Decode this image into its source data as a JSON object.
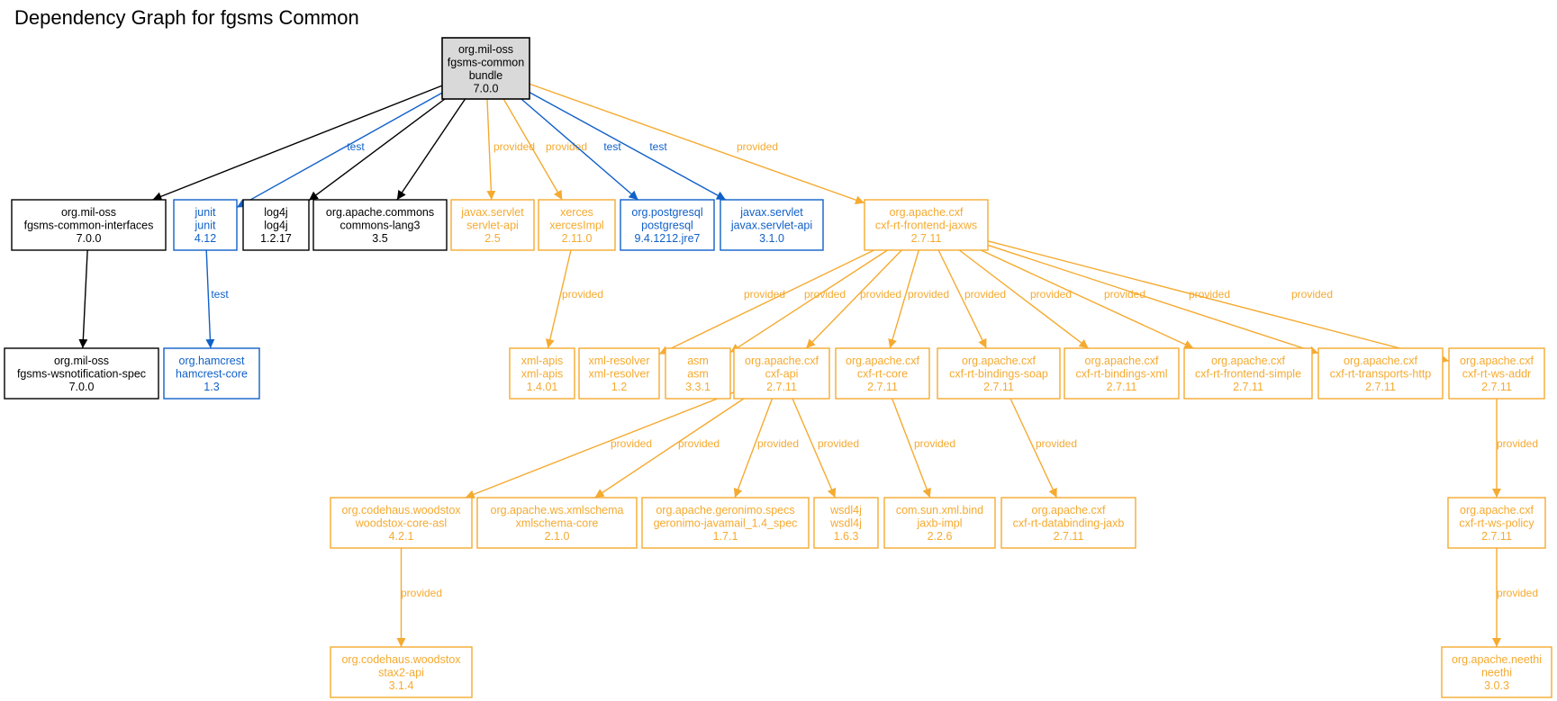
{
  "title": "Dependency Graph for fgsms Common",
  "colors": {
    "compile": "#000000",
    "test": "#1060c8",
    "provided": "#f5aa30",
    "root_fill": "#d9d9d9"
  },
  "nodes": [
    {
      "id": "root",
      "lines": [
        "org.mil-oss",
        "fgsms-common",
        "bundle",
        "7.0.0"
      ],
      "scope": "root"
    },
    {
      "id": "interfaces",
      "lines": [
        "org.mil-oss",
        "fgsms-common-interfaces",
        "7.0.0"
      ],
      "scope": "compile"
    },
    {
      "id": "junit",
      "lines": [
        "junit",
        "junit",
        "4.12"
      ],
      "scope": "test"
    },
    {
      "id": "log4j",
      "lines": [
        "log4j",
        "log4j",
        "1.2.17"
      ],
      "scope": "compile"
    },
    {
      "id": "lang3",
      "lines": [
        "org.apache.commons",
        "commons-lang3",
        "3.5"
      ],
      "scope": "compile"
    },
    {
      "id": "servletapi25",
      "lines": [
        "javax.servlet",
        "servlet-api",
        "2.5"
      ],
      "scope": "provided"
    },
    {
      "id": "xerces",
      "lines": [
        "xerces",
        "xercesImpl",
        "2.11.0"
      ],
      "scope": "provided"
    },
    {
      "id": "postgres",
      "lines": [
        "org.postgresql",
        "postgresql",
        "9.4.1212.jre7"
      ],
      "scope": "test"
    },
    {
      "id": "servletapi31",
      "lines": [
        "javax.servlet",
        "javax.servlet-api",
        "3.1.0"
      ],
      "scope": "test"
    },
    {
      "id": "jaxws",
      "lines": [
        "org.apache.cxf",
        "cxf-rt-frontend-jaxws",
        "2.7.11"
      ],
      "scope": "provided"
    },
    {
      "id": "wsnotif",
      "lines": [
        "org.mil-oss",
        "fgsms-wsnotification-spec",
        "7.0.0"
      ],
      "scope": "compile"
    },
    {
      "id": "hamcrest",
      "lines": [
        "org.hamcrest",
        "hamcrest-core",
        "1.3"
      ],
      "scope": "test"
    },
    {
      "id": "xmlapis",
      "lines": [
        "xml-apis",
        "xml-apis",
        "1.4.01"
      ],
      "scope": "provided"
    },
    {
      "id": "xmlresolver",
      "lines": [
        "xml-resolver",
        "xml-resolver",
        "1.2"
      ],
      "scope": "provided"
    },
    {
      "id": "asm",
      "lines": [
        "asm",
        "asm",
        "3.3.1"
      ],
      "scope": "provided"
    },
    {
      "id": "cxfapi",
      "lines": [
        "org.apache.cxf",
        "cxf-api",
        "2.7.11"
      ],
      "scope": "provided"
    },
    {
      "id": "cxfcore",
      "lines": [
        "org.apache.cxf",
        "cxf-rt-core",
        "2.7.11"
      ],
      "scope": "provided"
    },
    {
      "id": "bsoap",
      "lines": [
        "org.apache.cxf",
        "cxf-rt-bindings-soap",
        "2.7.11"
      ],
      "scope": "provided"
    },
    {
      "id": "bxml",
      "lines": [
        "org.apache.cxf",
        "cxf-rt-bindings-xml",
        "2.7.11"
      ],
      "scope": "provided"
    },
    {
      "id": "fsimple",
      "lines": [
        "org.apache.cxf",
        "cxf-rt-frontend-simple",
        "2.7.11"
      ],
      "scope": "provided"
    },
    {
      "id": "thttp",
      "lines": [
        "org.apache.cxf",
        "cxf-rt-transports-http",
        "2.7.11"
      ],
      "scope": "provided"
    },
    {
      "id": "wsaddr",
      "lines": [
        "org.apache.cxf",
        "cxf-rt-ws-addr",
        "2.7.11"
      ],
      "scope": "provided"
    },
    {
      "id": "woodstox",
      "lines": [
        "org.codehaus.woodstox",
        "woodstox-core-asl",
        "4.2.1"
      ],
      "scope": "provided"
    },
    {
      "id": "xmlschema",
      "lines": [
        "org.apache.ws.xmlschema",
        "xmlschema-core",
        "2.1.0"
      ],
      "scope": "provided"
    },
    {
      "id": "geronimo",
      "lines": [
        "org.apache.geronimo.specs",
        "geronimo-javamail_1.4_spec",
        "1.7.1"
      ],
      "scope": "provided"
    },
    {
      "id": "wsdl4j",
      "lines": [
        "wsdl4j",
        "wsdl4j",
        "1.6.3"
      ],
      "scope": "provided"
    },
    {
      "id": "jaxbimpl",
      "lines": [
        "com.sun.xml.bind",
        "jaxb-impl",
        "2.2.6"
      ],
      "scope": "provided"
    },
    {
      "id": "dbjaxb",
      "lines": [
        "org.apache.cxf",
        "cxf-rt-databinding-jaxb",
        "2.7.11"
      ],
      "scope": "provided"
    },
    {
      "id": "wspolicy",
      "lines": [
        "org.apache.cxf",
        "cxf-rt-ws-policy",
        "2.7.11"
      ],
      "scope": "provided"
    },
    {
      "id": "stax2",
      "lines": [
        "org.codehaus.woodstox",
        "stax2-api",
        "3.1.4"
      ],
      "scope": "provided"
    },
    {
      "id": "neethi",
      "lines": [
        "org.apache.neethi",
        "neethi",
        "3.0.3"
      ],
      "scope": "provided"
    }
  ],
  "edges": [
    {
      "from": "root",
      "to": "interfaces",
      "scope": "compile",
      "label": ""
    },
    {
      "from": "root",
      "to": "junit",
      "scope": "test",
      "label": "test"
    },
    {
      "from": "root",
      "to": "log4j",
      "scope": "compile",
      "label": ""
    },
    {
      "from": "root",
      "to": "lang3",
      "scope": "compile",
      "label": ""
    },
    {
      "from": "root",
      "to": "servletapi25",
      "scope": "provided",
      "label": "provided"
    },
    {
      "from": "root",
      "to": "xerces",
      "scope": "provided",
      "label": "provided"
    },
    {
      "from": "root",
      "to": "postgres",
      "scope": "test",
      "label": "test"
    },
    {
      "from": "root",
      "to": "servletapi31",
      "scope": "test",
      "label": "test"
    },
    {
      "from": "root",
      "to": "jaxws",
      "scope": "provided",
      "label": "provided"
    },
    {
      "from": "interfaces",
      "to": "wsnotif",
      "scope": "compile",
      "label": ""
    },
    {
      "from": "junit",
      "to": "hamcrest",
      "scope": "test",
      "label": "test"
    },
    {
      "from": "xerces",
      "to": "xmlapis",
      "scope": "provided",
      "label": "provided"
    },
    {
      "from": "jaxws",
      "to": "xmlresolver",
      "scope": "provided",
      "label": "provided"
    },
    {
      "from": "jaxws",
      "to": "asm",
      "scope": "provided",
      "label": "provided"
    },
    {
      "from": "jaxws",
      "to": "cxfapi",
      "scope": "provided",
      "label": "provided"
    },
    {
      "from": "jaxws",
      "to": "cxfcore",
      "scope": "provided",
      "label": "provided"
    },
    {
      "from": "jaxws",
      "to": "bsoap",
      "scope": "provided",
      "label": "provided"
    },
    {
      "from": "jaxws",
      "to": "bxml",
      "scope": "provided",
      "label": "provided"
    },
    {
      "from": "jaxws",
      "to": "fsimple",
      "scope": "provided",
      "label": "provided"
    },
    {
      "from": "jaxws",
      "to": "thttp",
      "scope": "provided",
      "label": "provided"
    },
    {
      "from": "jaxws",
      "to": "wsaddr",
      "scope": "provided",
      "label": "provided"
    },
    {
      "from": "cxfapi",
      "to": "woodstox",
      "scope": "provided",
      "label": "provided"
    },
    {
      "from": "cxfapi",
      "to": "xmlschema",
      "scope": "provided",
      "label": "provided"
    },
    {
      "from": "cxfapi",
      "to": "geronimo",
      "scope": "provided",
      "label": "provided"
    },
    {
      "from": "cxfapi",
      "to": "wsdl4j",
      "scope": "provided",
      "label": "provided"
    },
    {
      "from": "cxfcore",
      "to": "jaxbimpl",
      "scope": "provided",
      "label": "provided"
    },
    {
      "from": "bsoap",
      "to": "dbjaxb",
      "scope": "provided",
      "label": "provided"
    },
    {
      "from": "wsaddr",
      "to": "wspolicy",
      "scope": "provided",
      "label": "provided"
    },
    {
      "from": "woodstox",
      "to": "stax2",
      "scope": "provided",
      "label": "provided"
    },
    {
      "from": "wspolicy",
      "to": "neethi",
      "scope": "provided",
      "label": "provided"
    }
  ]
}
